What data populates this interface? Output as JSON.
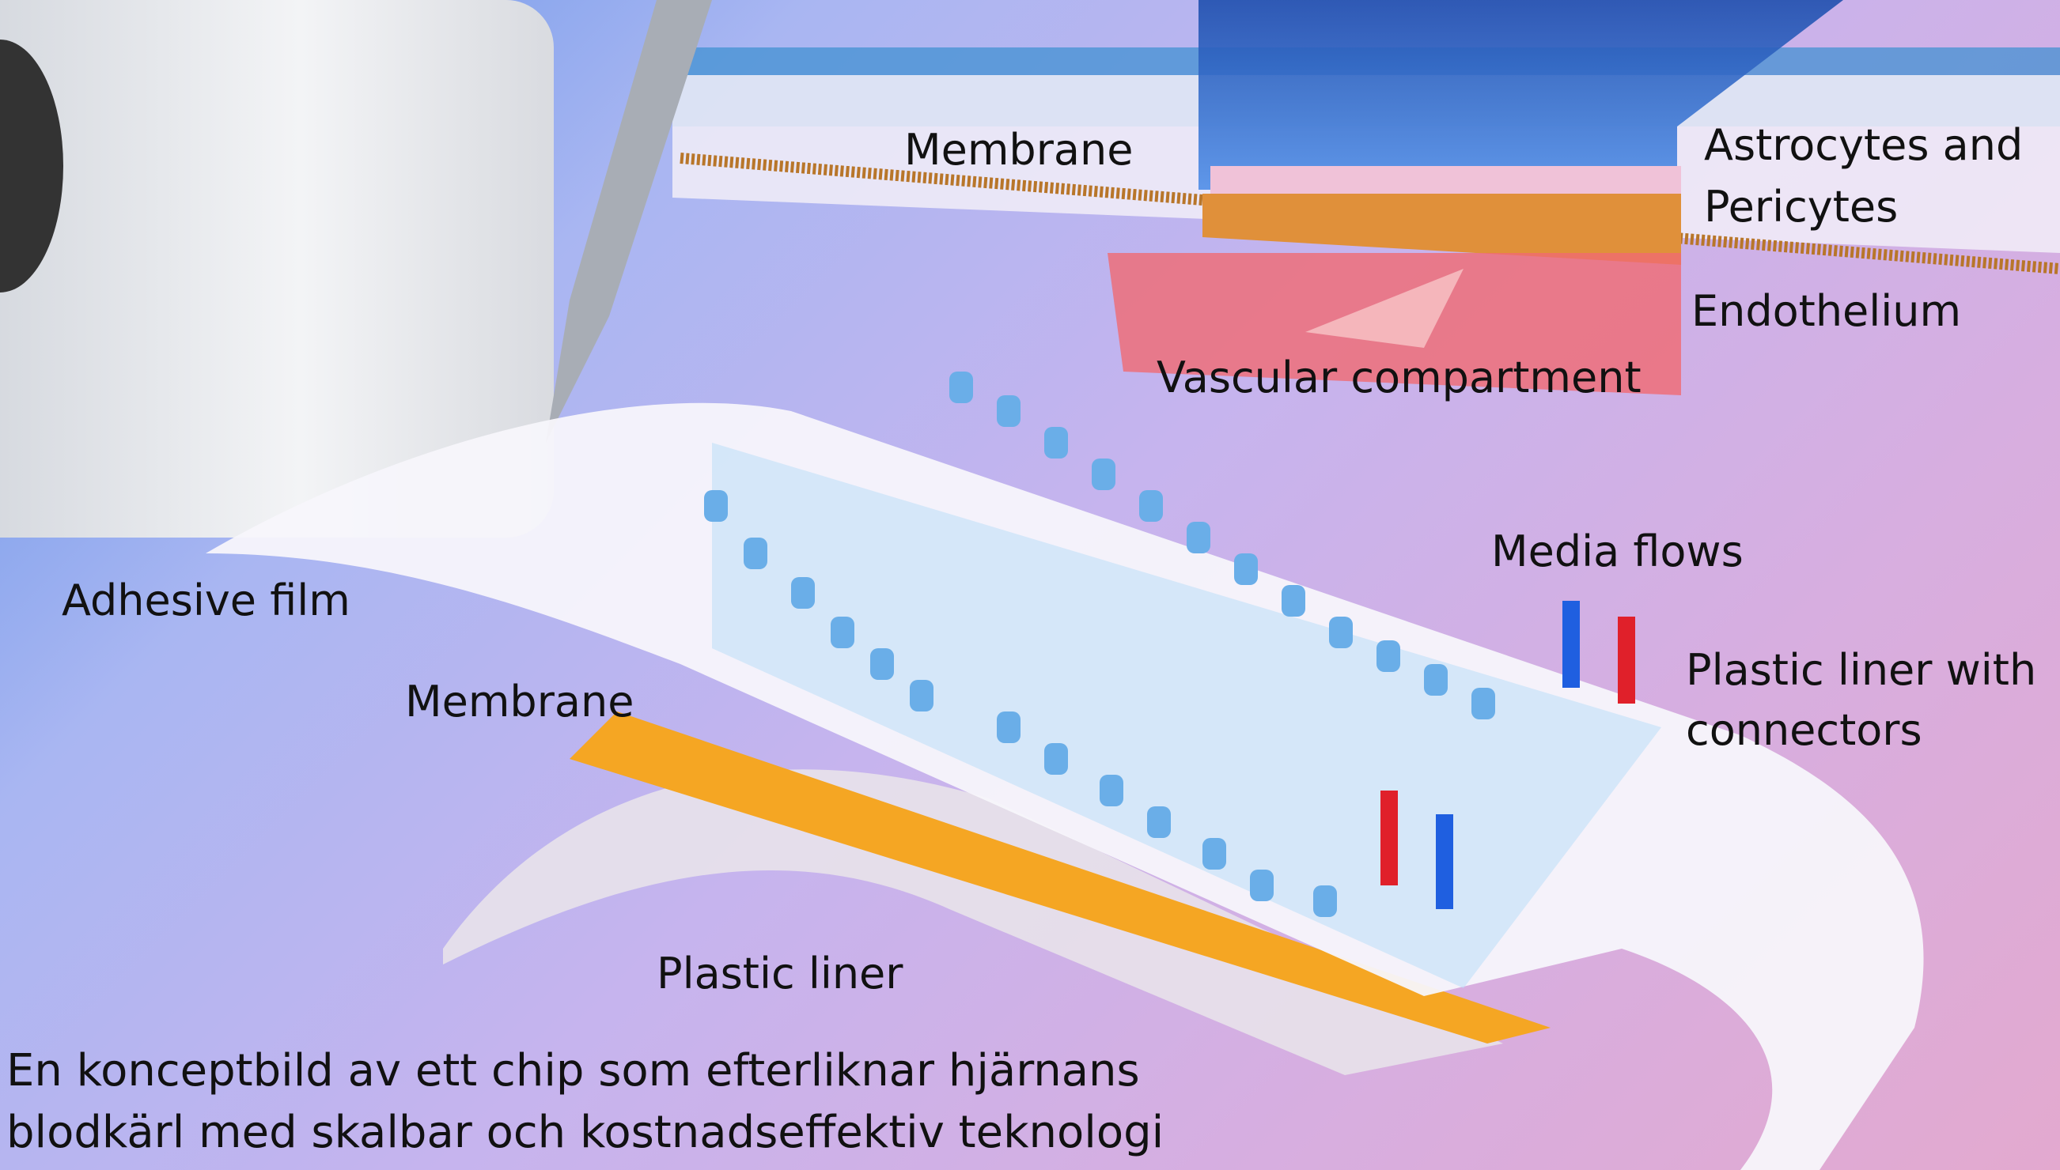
{
  "labels": {
    "membrane_top": "Membrane",
    "astrocytes_line1": "Astrocytes and",
    "astrocytes_line2": "Pericytes",
    "endothelium": "Endothelium",
    "vascular": "Vascular compartment",
    "adhesive_film": "Adhesive film",
    "media_flows": "Media flows",
    "plastic_liner_connectors_line1": "Plastic liner with",
    "plastic_liner_connectors_line2": "connectors",
    "membrane_bottom": "Membrane",
    "plastic_liner": "Plastic liner"
  },
  "caption": {
    "line1": "En konceptbild av ett chip som efterliknar hjärnans",
    "line2": "blodkärl med skalbar och kostnadseffektiv teknologi"
  },
  "colors": {
    "membrane": "#f5a623",
    "vascular": "#f0606a",
    "brain": "#2b6fd6",
    "flow_in": "#1f5fe0",
    "flow_out": "#e0202a"
  }
}
